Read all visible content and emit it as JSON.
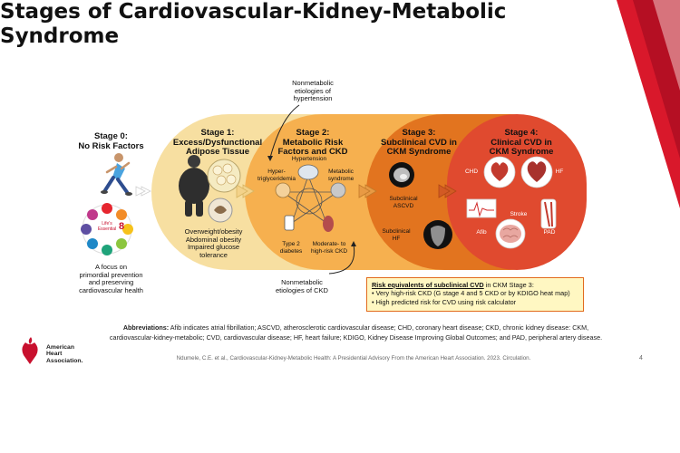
{
  "slide": {
    "title_line1": "Stages of Cardiovascular-Kidney-Metabolic",
    "title_line2": "Syndrome",
    "page_number": "4",
    "colors": {
      "title": "#111111",
      "brand_red": "#c8102e",
      "stage1": "#f7dfa1",
      "stage2": "#f6b04f",
      "stage3": "#e2741f",
      "stage4": "#e04a2f"
    }
  },
  "stage0": {
    "title_l1": "Stage 0:",
    "title_l2": "No Risk Factors",
    "note_l1": "A focus on",
    "note_l2": "primordial prevention",
    "note_l3": "and preserving",
    "note_l4": "cardiovascular health",
    "wheel_label_l1": "Life's",
    "wheel_label_l2": "Essential",
    "wheel_number": "8"
  },
  "stage1": {
    "title_l1": "Stage 1:",
    "title_l2": "Excess/Dysfunctional",
    "title_l3": "Adipose Tissue",
    "desc_l1": "Overweight/obesity",
    "desc_l2": "Abdominal obesity",
    "desc_l3": "Impaired glucose",
    "desc_l4": "tolerance"
  },
  "stage2": {
    "title_l1": "Stage 2:",
    "title_l2": "Metabolic Risk",
    "title_l3": "Factors and CKD",
    "hypertension": "Hypertension",
    "hyper_l1": "Hyper-",
    "hyper_l2": "triglyceridemia",
    "metabolic_l1": "Metabolic",
    "metabolic_l2": "syndrome",
    "diabetes_l1": "Type 2",
    "diabetes_l2": "diabetes",
    "ckd_l1": "Moderate- to",
    "ckd_l2": "high-risk CKD"
  },
  "stage3": {
    "title_l1": "Stage 3:",
    "title_l2": "Subclinical CVD in",
    "title_l3": "CKM Syndrome",
    "ascvd_l1": "Subclinical",
    "ascvd_l2": "ASCVD",
    "hf_l1": "Subclinical",
    "hf_l2": "HF"
  },
  "stage4": {
    "title_l1": "Stage 4:",
    "title_l2": "Clinical CVD in",
    "title_l3": "CKM Syndrome",
    "chd": "CHD",
    "hf": "HF",
    "stroke": "Stroke",
    "afib": "Afib",
    "pad": "PAD"
  },
  "callouts": {
    "top_l1": "Nonmetabolic",
    "top_l2": "etiologies of",
    "top_l3": "hypertension",
    "bottom_l1": "Nonmetabolic",
    "bottom_l2": "etiologies of CKD"
  },
  "risk_equivalents": {
    "title": "Risk equivalents of subclinical CVD",
    "title_suffix": " in CKM Stage 3:",
    "bullet1": "• Very high-risk CKD (G stage 4 and 5 CKD or by KDIGO heat map)",
    "bullet2": "• High predicted risk for CVD using risk calculator"
  },
  "abbreviations": {
    "label": "Abbreviations:",
    "text_l1": "Afib indicates atrial fibrillation; ASCVD, atherosclerotic cardiovascular disease; CHD, coronary heart disease; CKD, chronic kidney disease: CKM,",
    "text_l2": "cardiovascular-kidney-metabolic; CVD, cardiovascular disease; HF, heart failure; KDIGO, Kidney Disease Improving Global Outcomes; and PAD, peripheral artery disease."
  },
  "citation": "Ndumele, C.E. et al., Cardiovascular-Kidney-Metabolic Health: A Presidential Advisory From the American Heart Association. 2023. Circulation.",
  "logo": {
    "l1": "American",
    "l2": "Heart",
    "l3": "Association."
  }
}
